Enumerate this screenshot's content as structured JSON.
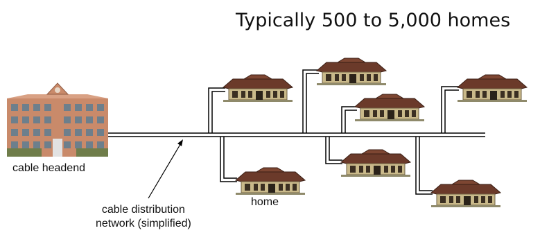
{
  "title": "Typically 500 to 5,000 homes",
  "labels": {
    "headend": "cable headend",
    "home": "home",
    "network_line1": "cable distribution",
    "network_line2": "network (simplified)"
  },
  "colors": {
    "cable": "#000000",
    "roof": "#6b3a2a",
    "house_wall": "#c9b98a",
    "building": "#c98a6a"
  },
  "icons": [
    "headend-building-icon",
    "house-icon"
  ]
}
